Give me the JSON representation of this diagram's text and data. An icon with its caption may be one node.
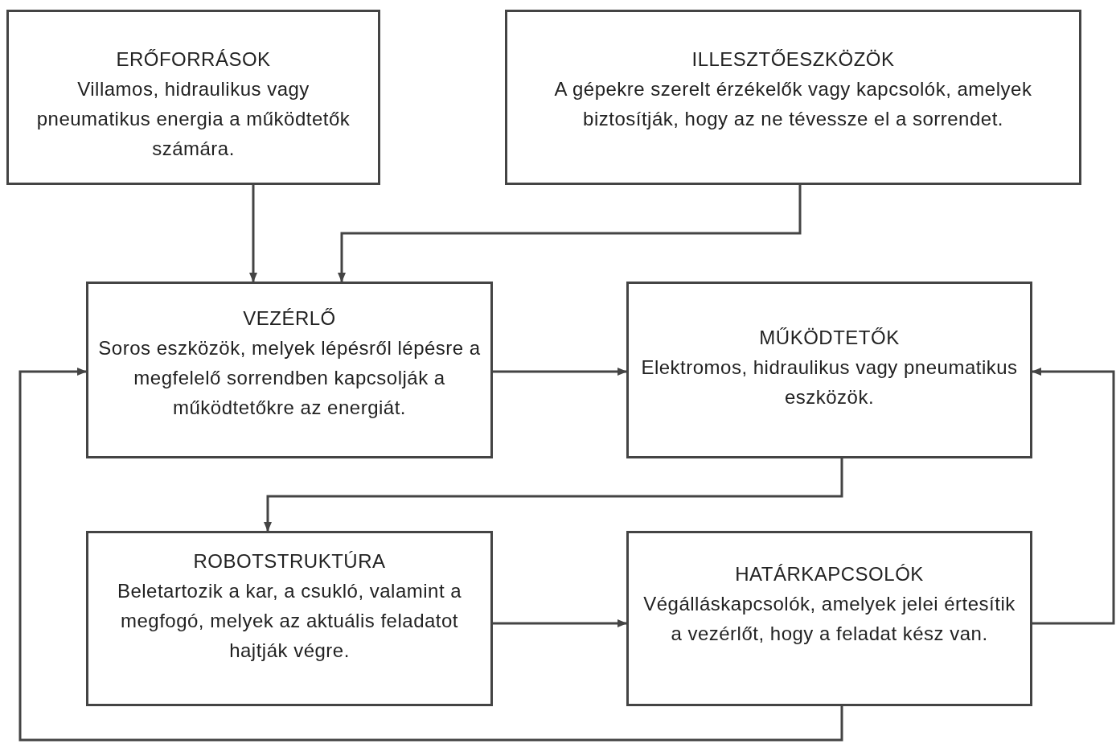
{
  "diagram": {
    "nodes": [
      {
        "text": [
          "ERŐFORRÁSOK",
          "Villamos, hidraulikus vagy pneumatikus energia a működtetők számára."
        ]
      },
      {
        "text": [
          "ILLESZTŐESZKÖZÖK",
          "A gépekre szerelt érzékelők vagy kapcsolók, amelyek biztosítják, hogy az ne tévessze el a sorrendet."
        ]
      },
      {
        "text": [
          "VEZÉRLŐ",
          "Soros eszközök, melyek lépésről lépésre a megfelelő sorrendben kapcsolják a működtetőkre az energiát."
        ]
      },
      {
        "text": [
          "MŰKÖDTETŐK",
          "Elektromos, hidraulikus vagy pneumatikus eszközök."
        ]
      },
      {
        "text": [
          "ROBOTSTRUKTÚRA",
          "Beletartozik a kar, a csukló, valamint a megfogó, melyek az aktuális feladatot hajtják végre."
        ]
      },
      {
        "text": [
          "HATÁRKAPCSOLÓK",
          "Végálláskapcsolók, amelyek jelei értesítik a vezérlőt, hogy a feladat kész van."
        ]
      }
    ],
    "edges": [
      {
        "from": 0,
        "to": 2,
        "arrow": "to"
      },
      {
        "from": 1,
        "to": 2,
        "arrow": "to"
      },
      {
        "from": 2,
        "to": 3,
        "arrow": "to"
      },
      {
        "from": 3,
        "to": 4,
        "arrow": "to"
      },
      {
        "from": 4,
        "to": 5,
        "arrow": "to"
      },
      {
        "from": 5,
        "to": 3,
        "arrow": "to"
      },
      {
        "from": 5,
        "to": 2,
        "arrow": "to"
      }
    ]
  }
}
